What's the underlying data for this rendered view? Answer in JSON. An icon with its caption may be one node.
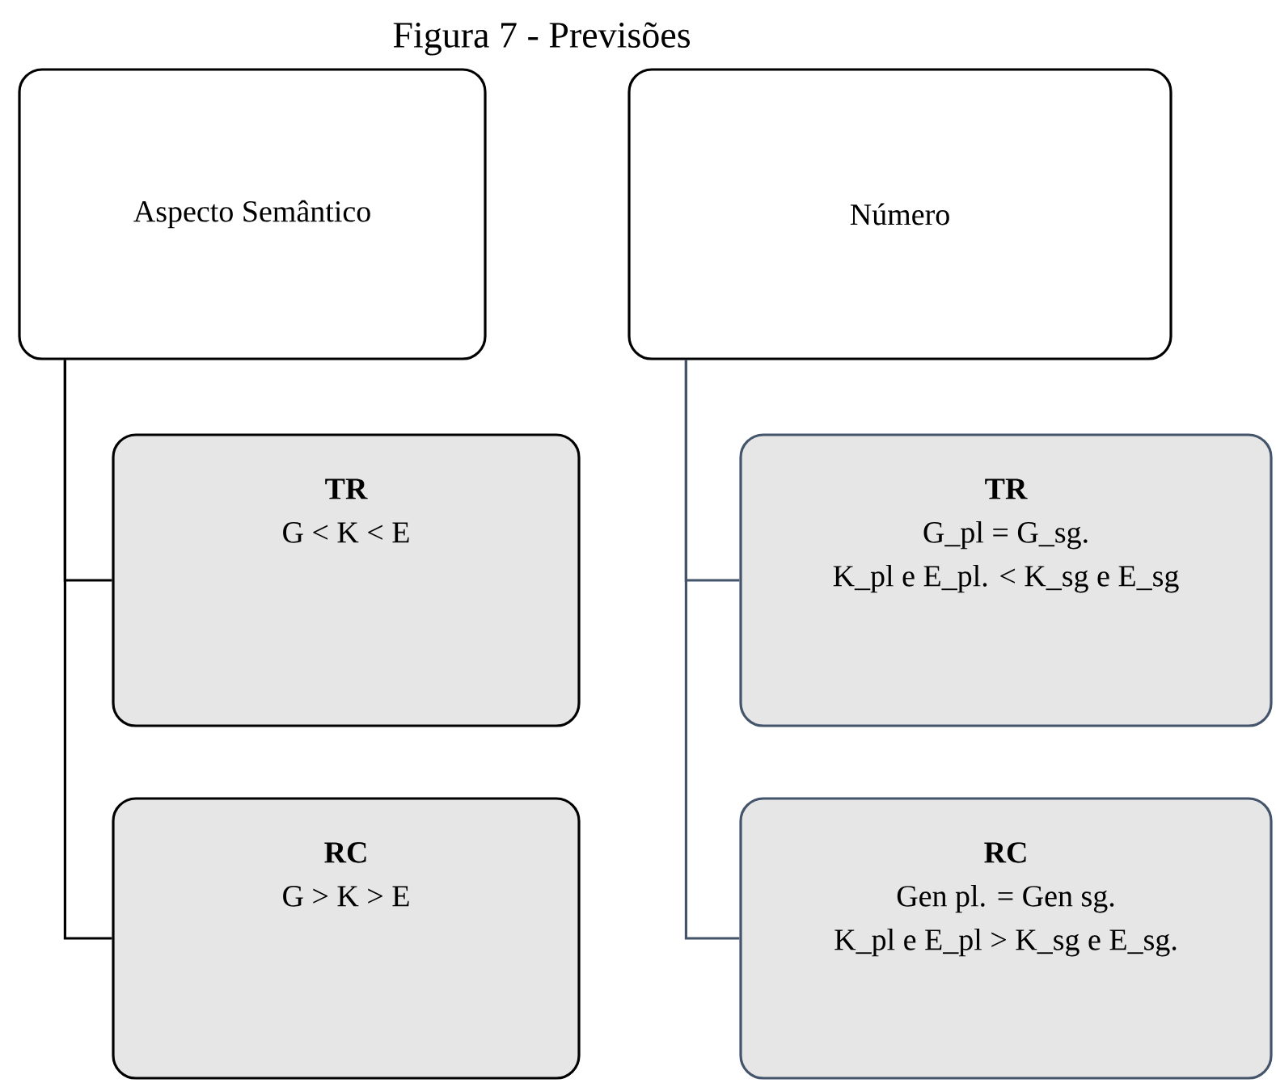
{
  "diagram": {
    "title": "Figura 7 - Previsões",
    "nodes": [
      {
        "text": [
          "Aspecto Semântico"
        ]
      },
      {
        "text": [
          "Número"
        ]
      },
      {
        "text": [
          "TR",
          "G < K < E"
        ]
      },
      {
        "text": [
          "RC",
          "G > K > E"
        ]
      },
      {
        "text": [
          "TR",
          "G_pl = G_sg.",
          "K_pl e E_pl. < K_sg e E_sg"
        ]
      },
      {
        "text": [
          "RC",
          "Gen pl. = Gen sg.",
          "K_pl e E_pl > K_sg e E_sg."
        ]
      }
    ],
    "edges": [
      {
        "from": 0,
        "to": 2,
        "arrow": "none"
      },
      {
        "from": 0,
        "to": 3,
        "arrow": "none"
      },
      {
        "from": 1,
        "to": 4,
        "arrow": "none",
        "color": "#44546a"
      },
      {
        "from": 1,
        "to": 5,
        "arrow": "none",
        "color": "#44546a"
      }
    ]
  }
}
